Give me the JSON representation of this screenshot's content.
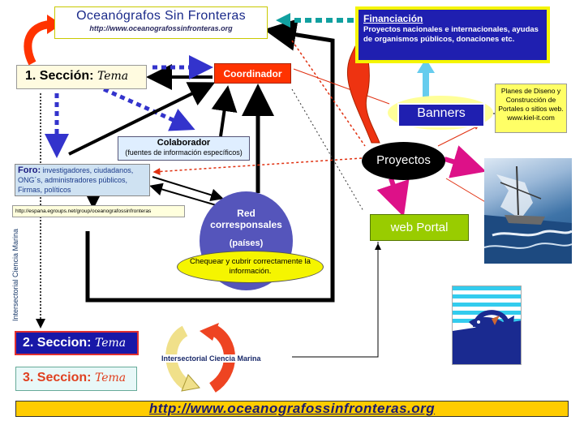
{
  "title": {
    "name": "Oceanógrafos Sin Fronteras",
    "url": "http://www.oceanografossinfronteras.org"
  },
  "financiacion": {
    "heading": "Financiación",
    "body": "Proyectos nacionales e internacionales, ayudas de organismos públicos, donaciones etc."
  },
  "seccion1": {
    "label": "1. Sección:",
    "tema": "Tema"
  },
  "coordinador": "Coordinador",
  "colaborador": {
    "heading": "Colaborador",
    "sub": "(fuentes de información específicos)"
  },
  "foro": {
    "heading": "Foro:",
    "body": "investigadores, ciudadanos, ONG´s, administradores públicos, Firmas, políticos"
  },
  "foro_url": "http://espana.egroups.net/group/oceanografossinfronteras",
  "red": {
    "line1": "Red",
    "line2": "corresponsales",
    "line3": "(países)"
  },
  "chequear": "Chequear y cubrir correctamente la información.",
  "banners": "Banners",
  "planes": "Planes de Diseno y Construcción de Portales o sitios web. www.kiel-it.com",
  "proyectos": "Proyectos",
  "portal": "web Portal",
  "seccion2": {
    "label": "2. Seccion:",
    "tema": "Tema"
  },
  "seccion3": {
    "label": "3. Seccion:",
    "tema": "Tema"
  },
  "intersectorial": "Intersectorial Ciencia Marina",
  "intersectorial_vertical": "Intersectorial Ciencia Marina",
  "footer_url": "http://www.oceanografossinfronteras.org",
  "colors": {
    "coordinador": "#ff3300",
    "financiacion_bg": "#1f1fb0",
    "financiacion_border": "#f5f500",
    "portal": "#99cc00",
    "footer": "#ffcc00",
    "red_oval": "#5555bb"
  }
}
